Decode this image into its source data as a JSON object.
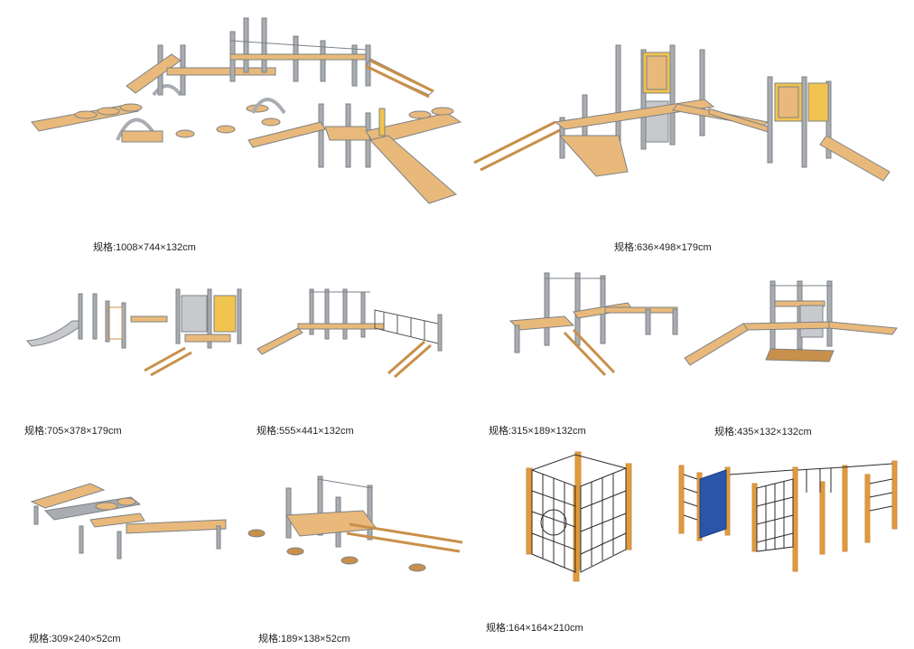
{
  "products": [
    {
      "id": "p1",
      "spec": "规格:1008×744×132cm"
    },
    {
      "id": "p2",
      "spec": "规格:636×498×179cm"
    },
    {
      "id": "p3",
      "spec": "规格:705×378×179cm"
    },
    {
      "id": "p4",
      "spec": "规格:555×441×132cm"
    },
    {
      "id": "p5",
      "spec": "规格:315×189×132cm"
    },
    {
      "id": "p6",
      "spec": "规格:435×132×132cm"
    },
    {
      "id": "p7",
      "spec": "规格:309×240×52cm"
    },
    {
      "id": "p8",
      "spec": "规格:189×138×52cm"
    },
    {
      "id": "p9",
      "spec": "规格:164×164×210cm"
    },
    {
      "id": "p10",
      "spec": ""
    }
  ],
  "colors": {
    "wood": "#e8b97a",
    "wood_dark": "#c8904a",
    "steel": "#a9adb2",
    "steel_dark": "#7d8186",
    "rope": "#2c2c2c",
    "post_orange": "#e39a3a",
    "wall_blue": "#2a55a8",
    "panel_yellow": "#f1c44f"
  }
}
